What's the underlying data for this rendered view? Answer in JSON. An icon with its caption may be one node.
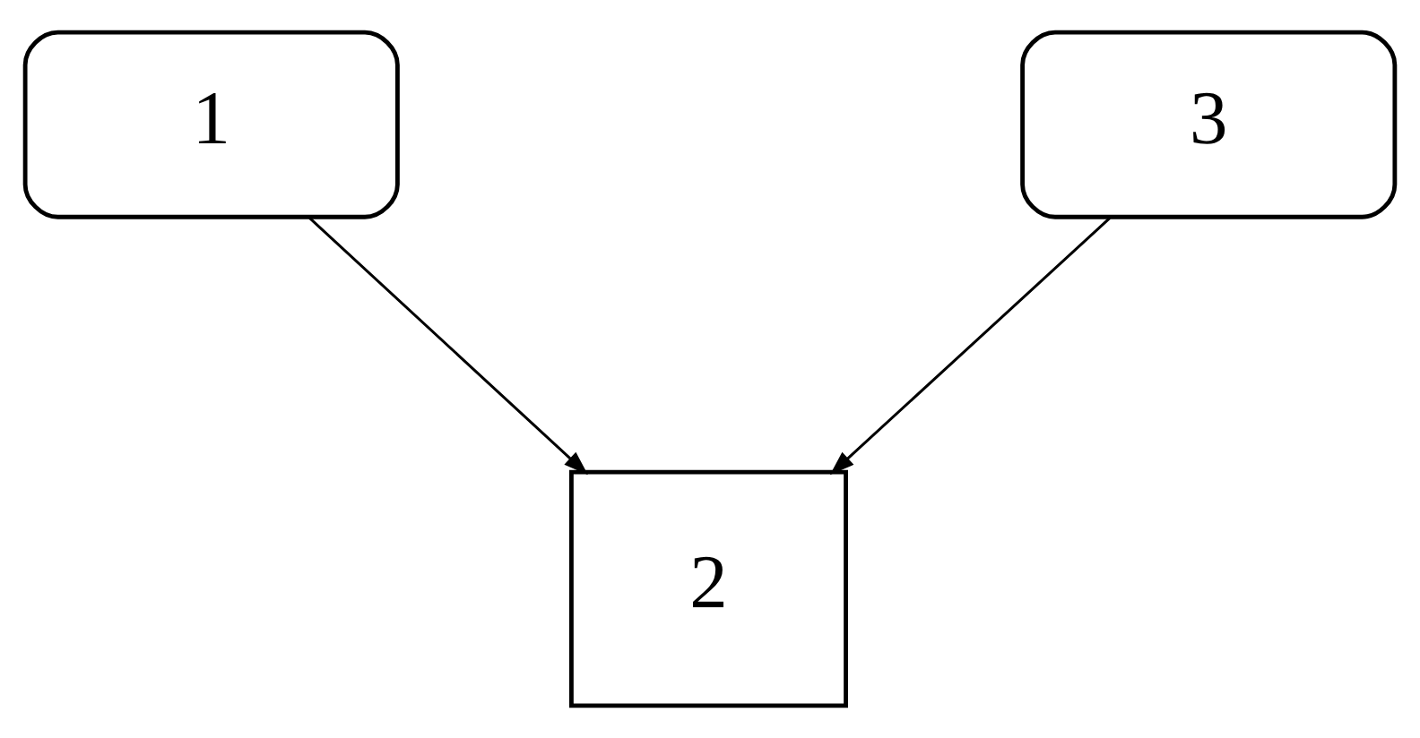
{
  "diagram": {
    "nodes": [
      {
        "text": [
          "1"
        ]
      },
      {
        "text": [
          "3"
        ]
      },
      {
        "text": [
          "2"
        ]
      }
    ],
    "edges": [
      {
        "from": 0,
        "to": 2,
        "arrow": "to"
      },
      {
        "from": 1,
        "to": 2,
        "arrow": "to"
      }
    ]
  }
}
